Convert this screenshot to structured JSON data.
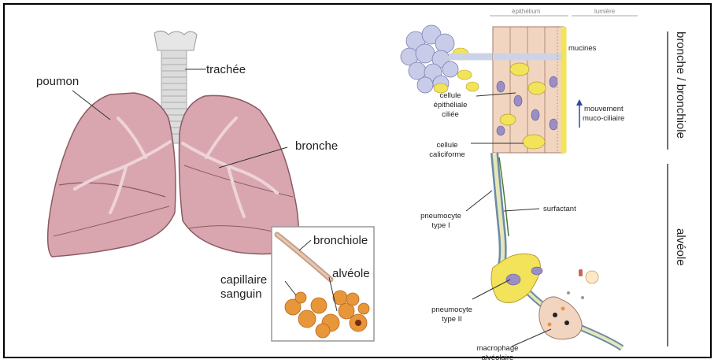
{
  "lung_diagram": {
    "labels": {
      "poumon": "poumon",
      "trachee": "trachée",
      "bronche": "bronche",
      "bronchiole": "bronchiole",
      "alveole": "alvéole",
      "capillaire_1": "capillaire",
      "capillaire_2": "sanguin"
    }
  },
  "tissue_diagram": {
    "headers": {
      "left": "épithélium",
      "right": "lumière"
    },
    "labels": {
      "mucines": "mucines",
      "cellule_ciliee_1": "cellule",
      "cellule_ciliee_2": "épithéliale",
      "cellule_ciliee_3": "ciliée",
      "mouvement_1": "mouvement",
      "mouvement_2": "muco-ciliaire",
      "caliciforme_1": "cellule",
      "caliciforme_2": "caliciforme",
      "surfactant": "surfactant",
      "pneumo1_1": "pneumocyte",
      "pneumo1_2": "type I",
      "pneumo2_1": "pneumocyte",
      "pneumo2_2": "type II",
      "macrophage_1": "macrophage",
      "macrophage_2": "alvéolaire"
    },
    "side_labels": {
      "top": "bronche / bronchiole",
      "bottom": "alvéole"
    }
  },
  "colors": {
    "lung": "#d9a6b0",
    "lung_edge": "#8a5a62",
    "trachea": "#d9d9d9",
    "alveoli": "#e8963a",
    "mucus": "#f2e35a",
    "cell": "#f2d5c0"
  }
}
